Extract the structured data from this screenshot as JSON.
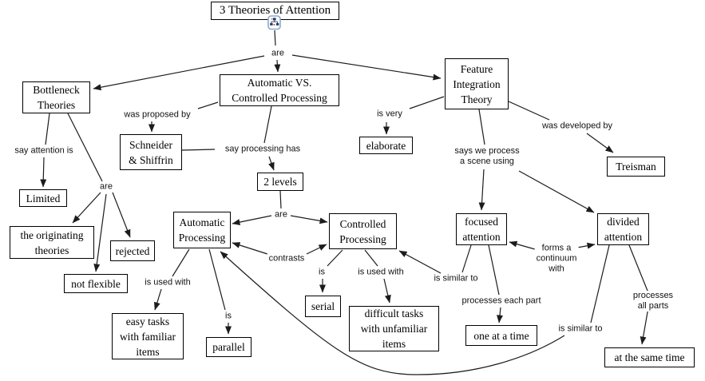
{
  "diagram": {
    "root": {
      "label": "3 Theories of Attention"
    },
    "icon": {
      "name": "concept-map-resource-icon"
    },
    "concepts": {
      "bottleneck": {
        "label": "Bottleneck\nTheories"
      },
      "auto_vs_controlled": {
        "label": "Automatic VS.\nControlled Processing"
      },
      "feature_integration": {
        "label": "Feature\nIntegration\nTheory"
      },
      "schneider_shiffrin": {
        "label": "Schneider\n& Shiffrin"
      },
      "elaborate": {
        "label": "elaborate"
      },
      "treisman": {
        "label": "Treisman"
      },
      "two_levels": {
        "label": "2 levels"
      },
      "limited": {
        "label": "Limited"
      },
      "originating_theories": {
        "label": "the originating\ntheories"
      },
      "rejected": {
        "label": "rejected"
      },
      "not_flexible": {
        "label": "not flexible"
      },
      "automatic_processing": {
        "label": "Automatic\nProcessing"
      },
      "controlled_processing": {
        "label": "Controlled\nProcessing"
      },
      "focused_attention": {
        "label": "focused\nattention"
      },
      "divided_attention": {
        "label": "divided\nattention"
      },
      "easy_tasks": {
        "label": "easy tasks\nwith familiar\nitems"
      },
      "parallel": {
        "label": "parallel"
      },
      "serial": {
        "label": "serial"
      },
      "difficult_tasks": {
        "label": "difficult tasks\nwith unfamiliar\nitems"
      },
      "one_at_a_time": {
        "label": "one at a time"
      },
      "at_the_same_time": {
        "label": "at the same time"
      }
    },
    "links": {
      "are_root": {
        "label": "are"
      },
      "was_proposed_by": {
        "label": "was proposed by"
      },
      "say_attention_is": {
        "label": "say attention is"
      },
      "are_bottleneck": {
        "label": "are"
      },
      "say_processing_has": {
        "label": "say processing has"
      },
      "is_very": {
        "label": "is very"
      },
      "was_developed_by": {
        "label": "was developed by"
      },
      "says_we_process": {
        "label": "says we process\na scene using"
      },
      "are_two_levels": {
        "label": "are"
      },
      "contrasts": {
        "label": "contrasts"
      },
      "is_used_with_auto": {
        "label": "is used with"
      },
      "is_parallel": {
        "label": "is"
      },
      "is_serial": {
        "label": "is"
      },
      "is_used_with_controlled": {
        "label": "is used with"
      },
      "is_similar_to_focused": {
        "label": "is similar to"
      },
      "forms_a_continuum": {
        "label": "forms a\ncontinuum\nwith"
      },
      "processes_each_part": {
        "label": "processes each part"
      },
      "is_similar_to_divided": {
        "label": "is similar to"
      },
      "processes_all_parts": {
        "label": "processes all parts"
      }
    }
  }
}
